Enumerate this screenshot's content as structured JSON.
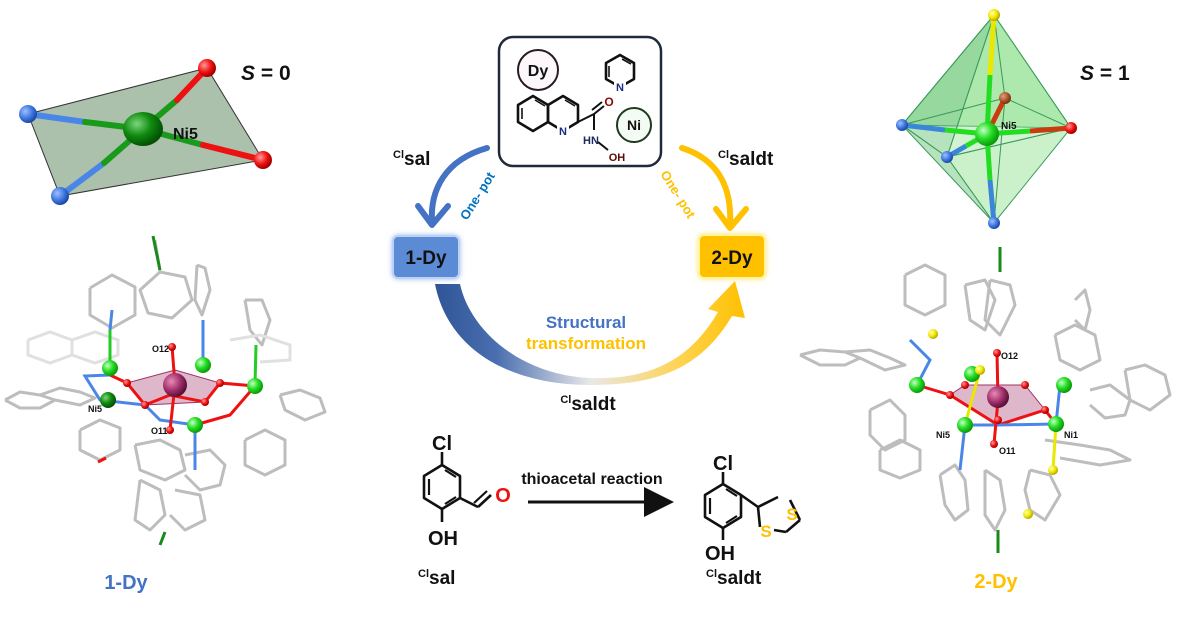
{
  "figure": {
    "left_panel": {
      "spin_label_italic": "S",
      "spin_label_rest": " = 0",
      "ni_label": "Ni5",
      "compound_label": "1-Dy",
      "compound_color": "#4472c4",
      "atom_labels": {
        "o12": "O12",
        "o11": "O11",
        "ni5": "Ni5"
      }
    },
    "right_panel": {
      "spin_label_italic": "S",
      "spin_label_rest": " = 1",
      "ni_label": "Ni5",
      "compound_label": "2-Dy",
      "compound_color": "#ffc000",
      "atom_labels": {
        "o12": "O12",
        "o11": "O11",
        "ni5": "Ni5",
        "ni1": "Ni1"
      }
    },
    "reactants_box": {
      "dy_label": "Dy",
      "ni_label": "Ni",
      "pyridine_n": "N",
      "quinoline_n": "N",
      "carbonyl_o": "O",
      "amide_nh": "HN",
      "hydroxyl": "OH"
    },
    "left_arrow": {
      "reagent_sup": "Cl",
      "reagent": "sal",
      "route_label": "One- pot",
      "color": "#4472c4",
      "route_color": "#0070c0"
    },
    "right_arrow": {
      "reagent_sup": "Cl",
      "reagent": "saldt",
      "route_label": "One- pot",
      "color": "#ffc000"
    },
    "product_boxes": {
      "left": {
        "label": "1-Dy",
        "fill": "#5b8bd6"
      },
      "right": {
        "label": "2-Dy",
        "fill": "#ffc000"
      }
    },
    "transformation": {
      "line1": "Structural",
      "line2": "transformation",
      "line1_color": "#4472c4",
      "line2_color": "#ffc000",
      "reagent_sup": "Cl",
      "reagent": "saldt"
    },
    "reaction_scheme": {
      "reactant": {
        "cl": "Cl",
        "oh": "OH",
        "o": "O",
        "name_sup": "Cl",
        "name": "sal"
      },
      "arrow_label": "thioacetal reaction",
      "product": {
        "cl": "Cl",
        "oh": "OH",
        "s1": "S",
        "s2": "S",
        "name_sup": "Cl",
        "name": "saldt"
      }
    }
  }
}
